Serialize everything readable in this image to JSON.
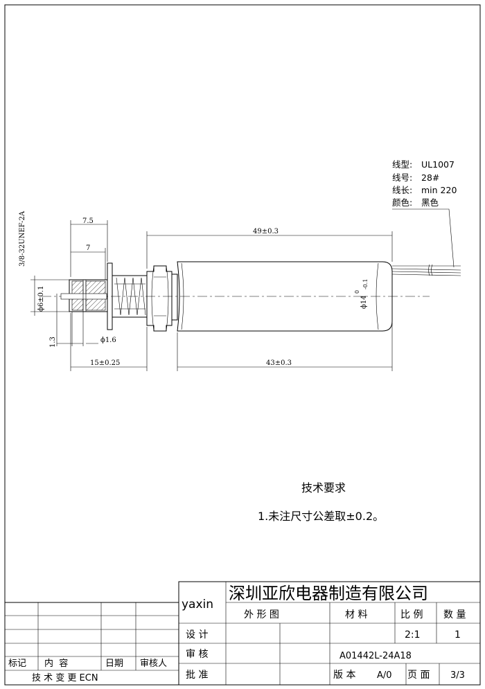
{
  "wire_specs": [
    {
      "label": "线型:",
      "value": "UL1007"
    },
    {
      "label": "线号:",
      "value": "28#"
    },
    {
      "label": "线长:",
      "value": "min 220"
    },
    {
      "label": "颜色:",
      "value": "黑色"
    }
  ],
  "thread_spec": "3/8-32UNEF-2A",
  "dimensions": {
    "d_7_5": "7.5",
    "d_7": "7",
    "d_49": "49±0.3",
    "d_6": "ϕ6±0.1",
    "d_1_3": "1.3",
    "d_1_6": "ϕ1.6",
    "d_15": "15±0.25",
    "d_43": "43±0.3",
    "d_14": "ϕ14",
    "d_14_tol_top": "0",
    "d_14_tol_bottom": "-0.1"
  },
  "requirements": {
    "title": "技术要求",
    "items": [
      "1.未注尺寸公差取±0.2。"
    ]
  },
  "title_block": {
    "brand": "yaxin",
    "company": "深圳亚欣电器制造有限公司",
    "shape_label": "外 形 图",
    "material_label": "材 料",
    "scale_label": "比 例",
    "qty_label": "数 量",
    "design_label": "设 计",
    "review_label": "审 核",
    "approve_label": "批 准",
    "scale_value": "2:1",
    "qty_value": "1",
    "part_no": "A01442L-24A18",
    "version_label": "版 本",
    "version_value": "A/0",
    "page_label": "页 面",
    "page_value": "3/3",
    "rev_headers": [
      "标记",
      "内  容",
      "日期",
      "审核人"
    ],
    "ecn_label": "技 术 变 更 ECN"
  }
}
